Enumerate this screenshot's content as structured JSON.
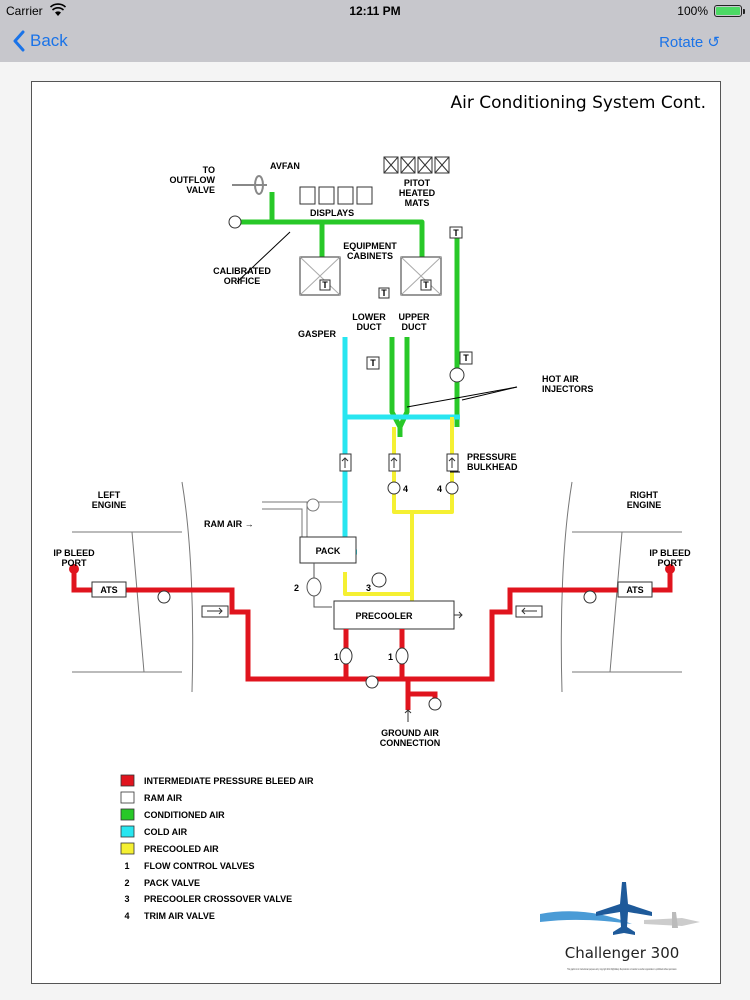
{
  "status_bar": {
    "carrier": "Carrier",
    "time": "12:11 PM",
    "battery": "100%"
  },
  "nav": {
    "back_label": "Back",
    "rotate_label": "Rotate ↺"
  },
  "diagram": {
    "title": "Air Conditioning System Cont.",
    "labels": {
      "to_outflow_1": "TO",
      "to_outflow_2": "OUTFLOW",
      "to_outflow_3": "VALVE",
      "avfan": "AVFAN",
      "displays": "DISPLAYS",
      "pitot_1": "PITOT",
      "pitot_2": "HEATED",
      "pitot_3": "MATS",
      "equipment_1": "EQUIPMENT",
      "equipment_2": "CABINETS",
      "calibrated_1": "CALIBRATED",
      "calibrated_2": "ORIFICE",
      "lower_1": "LOWER",
      "lower_2": "DUCT",
      "upper_1": "UPPER",
      "upper_2": "DUCT",
      "gasper": "GASPER",
      "hot_air_1": "HOT AIR",
      "hot_air_2": "INJECTORS",
      "pressure_1": "PRESSURE",
      "pressure_2": "BULKHEAD",
      "left_engine_1": "LEFT",
      "left_engine_2": "ENGINE",
      "right_engine_1": "RIGHT",
      "right_engine_2": "ENGINE",
      "ram_air": "RAM AIR →",
      "pack": "PACK",
      "precooler": "PRECOOLER",
      "ip_bleed_l1": "IP BLEED",
      "ip_bleed_l2": "PORT",
      "ip_bleed_r1": "IP BLEED",
      "ip_bleed_r2": "PORT",
      "ats_left": "ATS",
      "ats_right": "ATS",
      "ground_1": "GROUND AIR",
      "ground_2": "CONNECTION",
      "t": "T",
      "n1": "1",
      "n2": "2",
      "n3": "3",
      "n4": "4"
    },
    "legend": [
      {
        "color": "#e0141e",
        "text": "INTERMEDIATE PRESSURE BLEED AIR"
      },
      {
        "color": "#ffffff",
        "text": "RAM AIR"
      },
      {
        "color": "#28c828",
        "text": "CONDITIONED AIR"
      },
      {
        "color": "#28e6f0",
        "text": "COLD AIR"
      },
      {
        "color": "#f5f032",
        "text": "PRECOOLED AIR"
      }
    ],
    "numbered_legend": [
      {
        "num": "1",
        "text": "FLOW CONTROL VALVES"
      },
      {
        "num": "2",
        "text": "PACK VALVE"
      },
      {
        "num": "3",
        "text": "PRECOOLER CROSSOVER VALVE"
      },
      {
        "num": "4",
        "text": "TRIM AIR VALVE"
      }
    ],
    "logo_text": "Challenger 300",
    "fine_print": "This graphic is for instructional purposes only. Copyright 2014 FlightSafety. Reproduction or transfer to another organization is prohibited without permission."
  },
  "colors": {
    "bleed": "#e0141e",
    "conditioned": "#28c828",
    "cold": "#28e6f0",
    "precooled": "#f5f032",
    "ios_blue": "#1a73e8",
    "nav_gray": "#c7c7cc"
  },
  "icons": [
    "wifi-icon",
    "battery-icon",
    "chevron-left-icon",
    "airplane-logo-icon"
  ]
}
